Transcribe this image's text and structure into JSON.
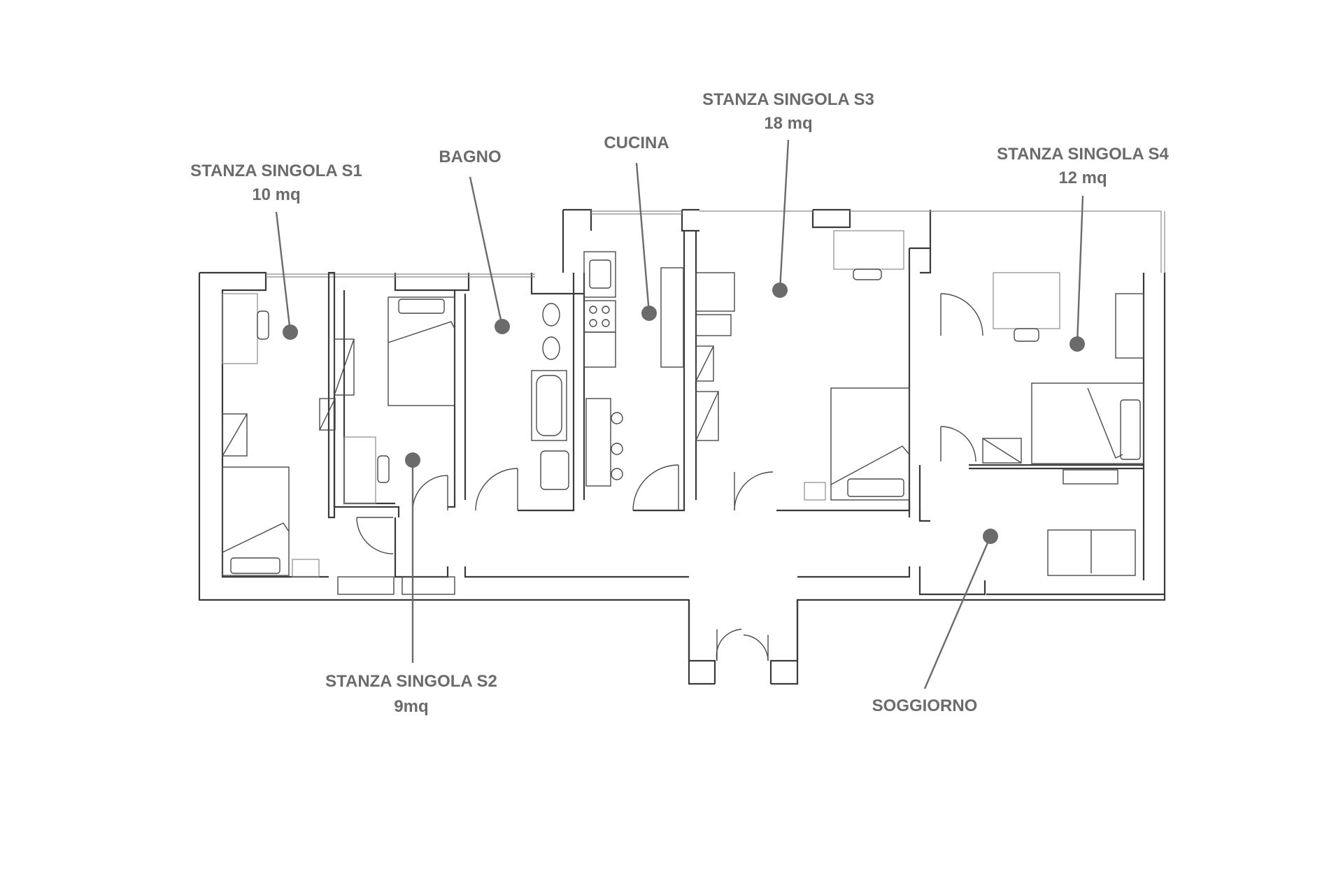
{
  "rooms": [
    {
      "id": "s1",
      "name": "STANZA SINGOLA S1",
      "area": "10 mq"
    },
    {
      "id": "bagno",
      "name": "BAGNO",
      "area": ""
    },
    {
      "id": "cucina",
      "name": "CUCINA",
      "area": ""
    },
    {
      "id": "s3",
      "name": "STANZA SINGOLA S3",
      "area": "18 mq"
    },
    {
      "id": "s4",
      "name": "STANZA SINGOLA S4",
      "area": "12 mq"
    },
    {
      "id": "s2",
      "name": "STANZA SINGOLA S2",
      "area": "9mq"
    },
    {
      "id": "soggiorno",
      "name": "SOGGIORNO",
      "area": ""
    }
  ],
  "colors": {
    "label": "#6b6b6b",
    "wall": "#3a3a3a",
    "background": "#ffffff"
  }
}
